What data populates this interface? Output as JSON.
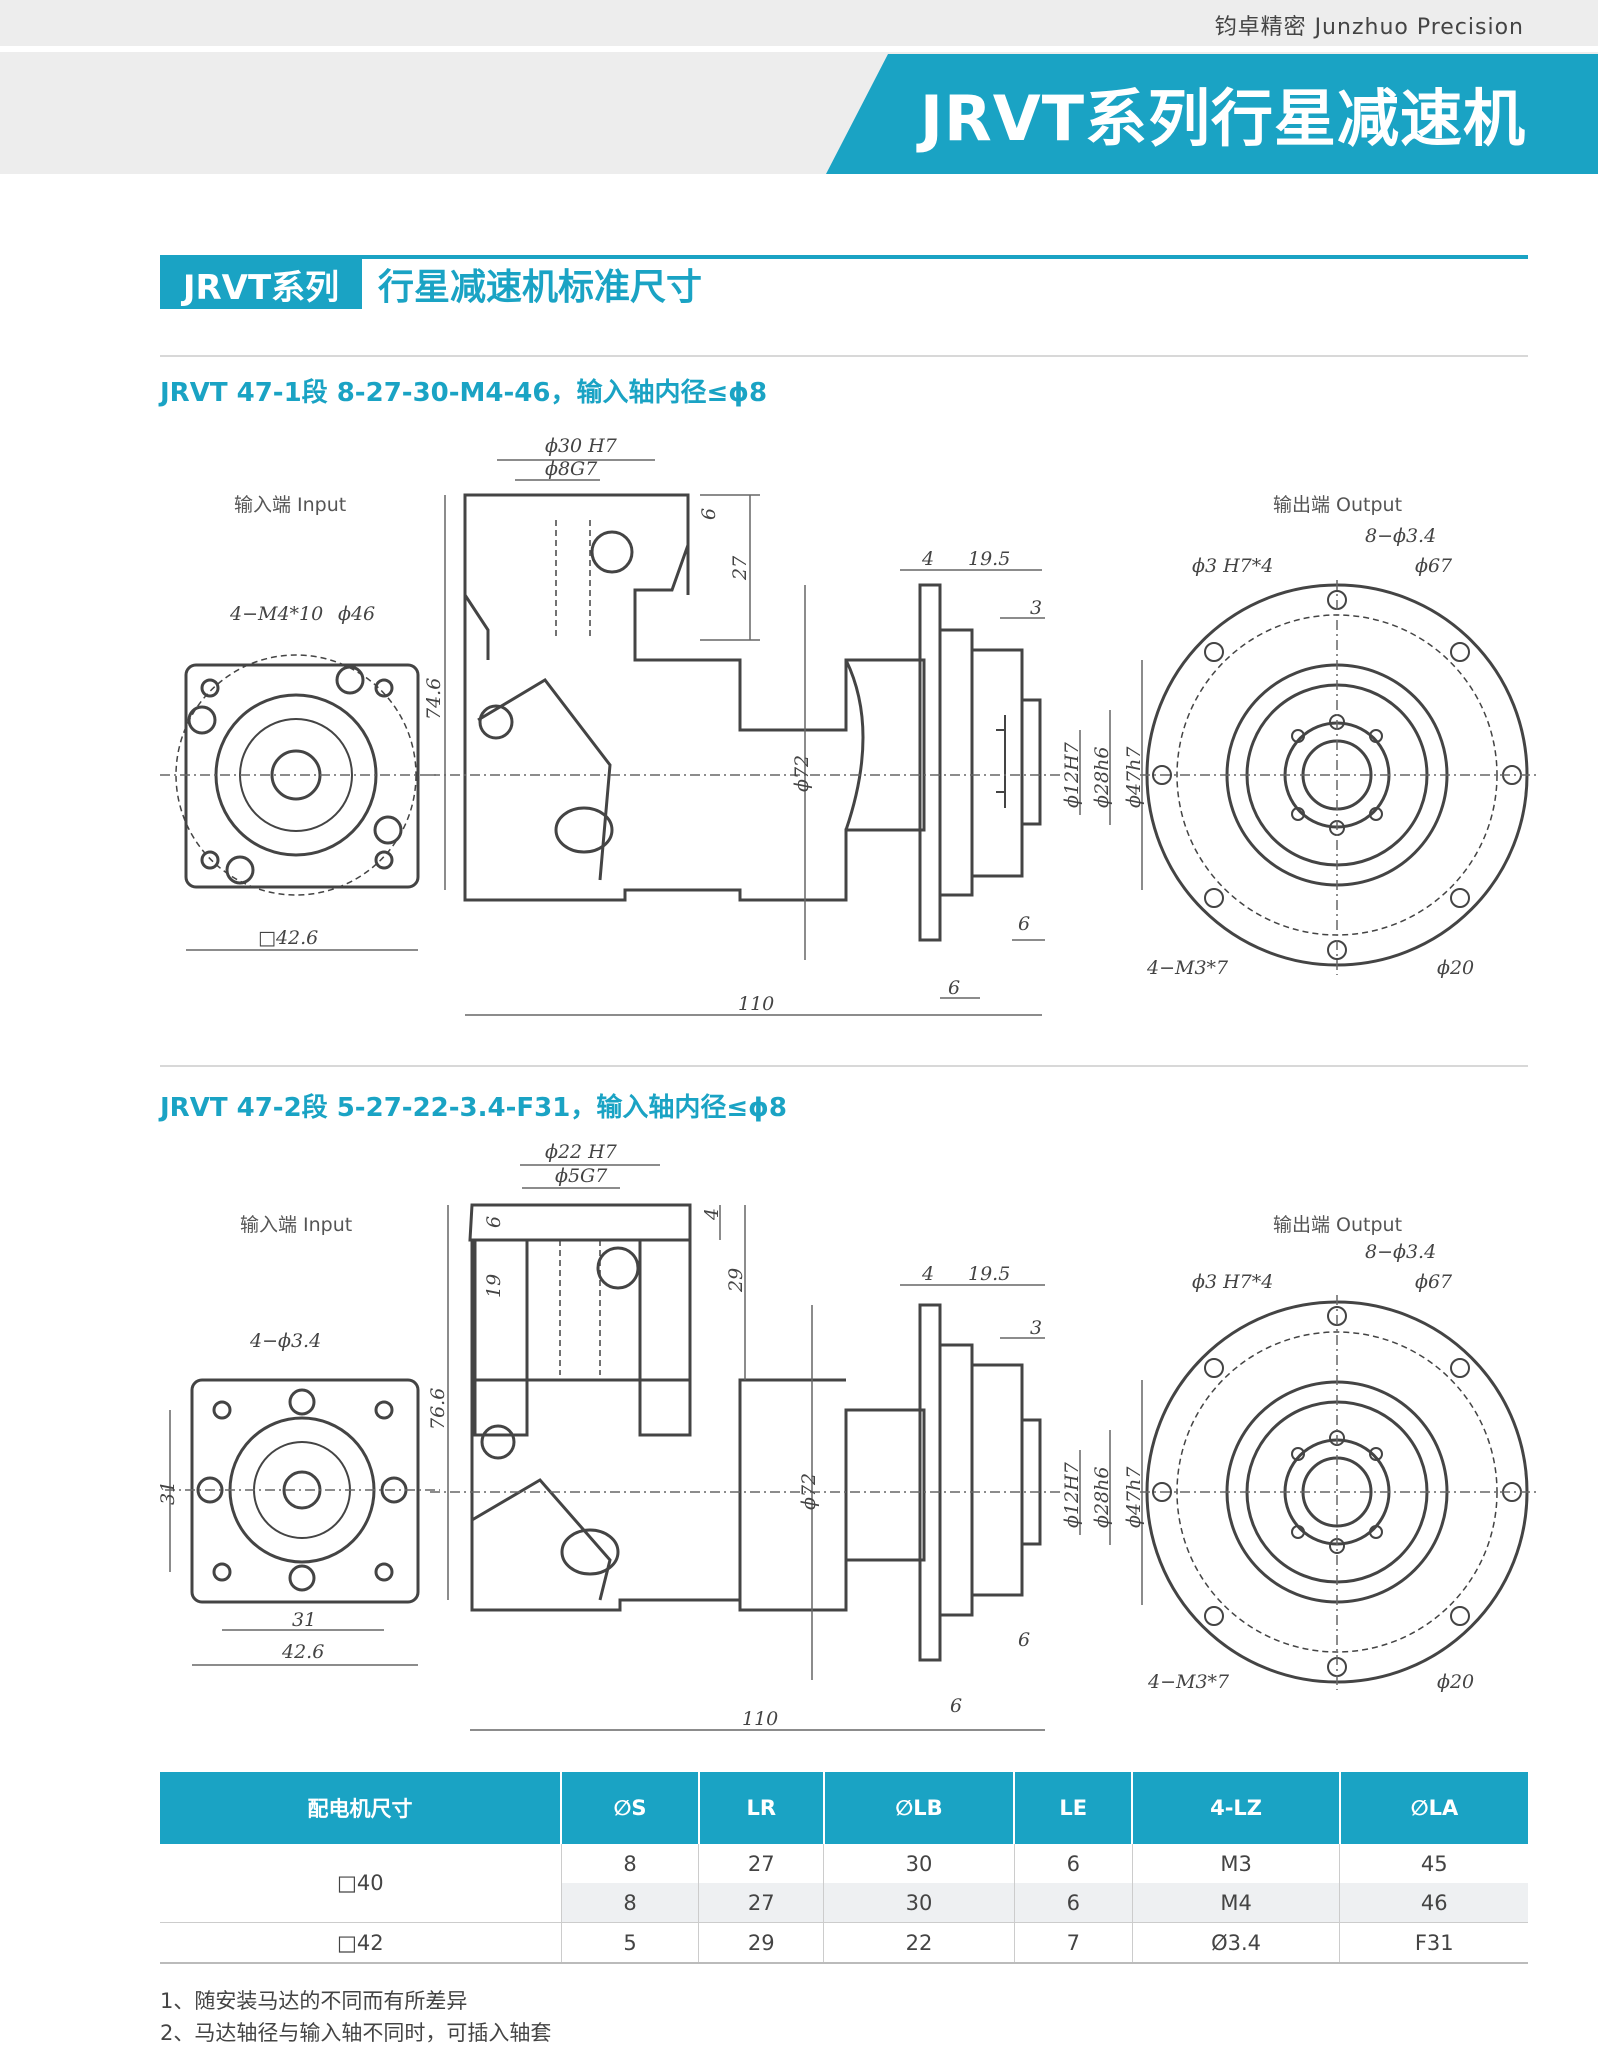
{
  "header": {
    "brand": "钧卓精密 Junzhuo Precision",
    "banner_title": "JRVT系列行星减速机"
  },
  "section": {
    "box_label": "JRVT系列",
    "title": "行星减速机标准尺寸"
  },
  "drawing1": {
    "subtitle": "JRVT 47-1段 8-27-30-M4-46，输入轴内径≤ϕ8",
    "input_label": "输入端  Input",
    "output_label": "输出端  Output",
    "dims": {
      "d_30h7": "ϕ30 H7",
      "d_8g7": "ϕ8G7",
      "d_6": "6",
      "d_27": "27",
      "d_74_6": "74.6",
      "m4": "4−M4*10",
      "d46": "ϕ46",
      "sq": "□42.6",
      "d72": "ϕ72",
      "d4": "4",
      "d19_5": "19.5",
      "d3": "3",
      "d12": "ϕ12H7",
      "d28": "ϕ28h6",
      "d47": "ϕ47h7",
      "d6a": "6",
      "d6b": "6",
      "d110": "110",
      "o_8": "8−ϕ3.4",
      "o_3h7": "ϕ3 H7*4",
      "o_67": "ϕ67",
      "o_m3": "4−M3*7",
      "o_20": "ϕ20"
    }
  },
  "drawing2": {
    "subtitle": "JRVT 47-2段 5-27-22-3.4-F31，输入轴内径≤ϕ8",
    "input_label": "输入端  Input",
    "output_label": "输出端  Output",
    "dims": {
      "d_22h7": "ϕ22 H7",
      "d_5g7": "ϕ5G7",
      "d_6": "6",
      "d_4": "4",
      "d_19": "19",
      "d_29": "29",
      "d_76_6": "76.6",
      "h34": "4−ϕ3.4",
      "d31v": "31",
      "d31h": "31",
      "sq": "42.6",
      "d72": "ϕ72",
      "d4": "4",
      "d19_5": "19.5",
      "d3": "3",
      "d12": "ϕ12H7",
      "d28": "ϕ28h6",
      "d47": "ϕ47h7",
      "d6a": "6",
      "d6b": "6",
      "d110": "110",
      "o_8": "8−ϕ3.4",
      "o_3h7": "ϕ3 H7*4",
      "o_67": "ϕ67",
      "o_m3": "4−M3*7",
      "o_20": "ϕ20"
    }
  },
  "table": {
    "headers": [
      "配电机尺寸",
      "∅S",
      "LR",
      "∅LB",
      "LE",
      "4-LZ",
      "∅LA"
    ],
    "motor_40": "□40",
    "motor_42": "□42",
    "rows": [
      [
        "8",
        "27",
        "30",
        "6",
        "M3",
        "45"
      ],
      [
        "8",
        "27",
        "30",
        "6",
        "M4",
        "46"
      ],
      [
        "5",
        "29",
        "22",
        "7",
        "Ø3.4",
        "F31"
      ]
    ]
  },
  "notes": [
    "1、随安装马达的不同而有所差异",
    "2、马达轴径与输入轴不同时，可插入轴套"
  ],
  "colors": {
    "accent": "#1aa3c4",
    "banner_gray": "#ededed",
    "line": "#444444"
  }
}
